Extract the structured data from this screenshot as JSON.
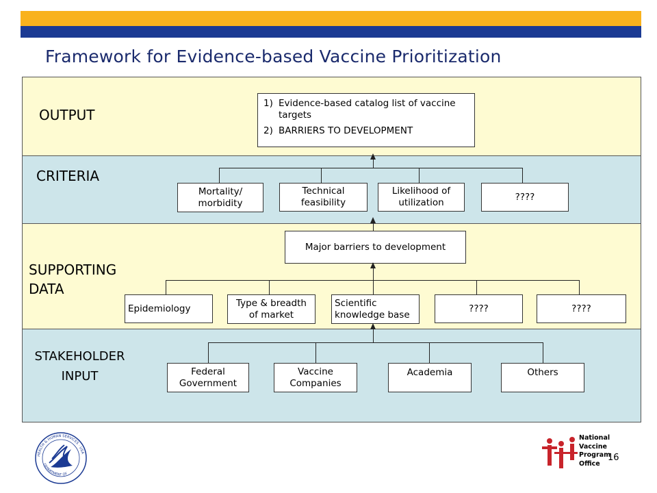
{
  "title": "Framework for Evidence-based Vaccine Prioritization",
  "colors": {
    "header_gold": "#f9b21d",
    "header_navy": "#1b3a93",
    "band_yellow": "#fefbd2",
    "band_blue": "#cde5ea",
    "title_text": "#1a2a6c"
  },
  "bands": {
    "output": {
      "label": "OUTPUT"
    },
    "criteria": {
      "label": "CRITERIA"
    },
    "supporting": {
      "label_line1": "SUPPORTING",
      "label_line2": "DATA"
    },
    "stakeholder": {
      "label_line1": "STAKEHOLDER",
      "label_line2": "INPUT"
    }
  },
  "output_box": {
    "items": [
      {
        "num": "1)",
        "text": "Evidence-based catalog list of vaccine targets"
      },
      {
        "num": "2)",
        "text": "BARRIERS TO DEVELOPMENT"
      }
    ]
  },
  "criteria_boxes": [
    "Mortality/ morbidity",
    "Technical feasibility",
    "Likelihood of utilization",
    "????"
  ],
  "major_barriers": "Major barriers to development",
  "supporting_boxes": [
    "Epidemiology",
    "Type & breadth of market",
    "Scientific knowledge base",
    "????",
    "????"
  ],
  "stakeholder_boxes": [
    "Federal Government",
    "Vaccine Companies",
    "Academia",
    "Others"
  ],
  "footer": {
    "page_number": "16",
    "logo_text": [
      "National",
      "Vaccine",
      "Program",
      "Office"
    ],
    "seal_text": "HEALTH & HUMAN SERVICES · USA · DEPARTMENT OF"
  }
}
